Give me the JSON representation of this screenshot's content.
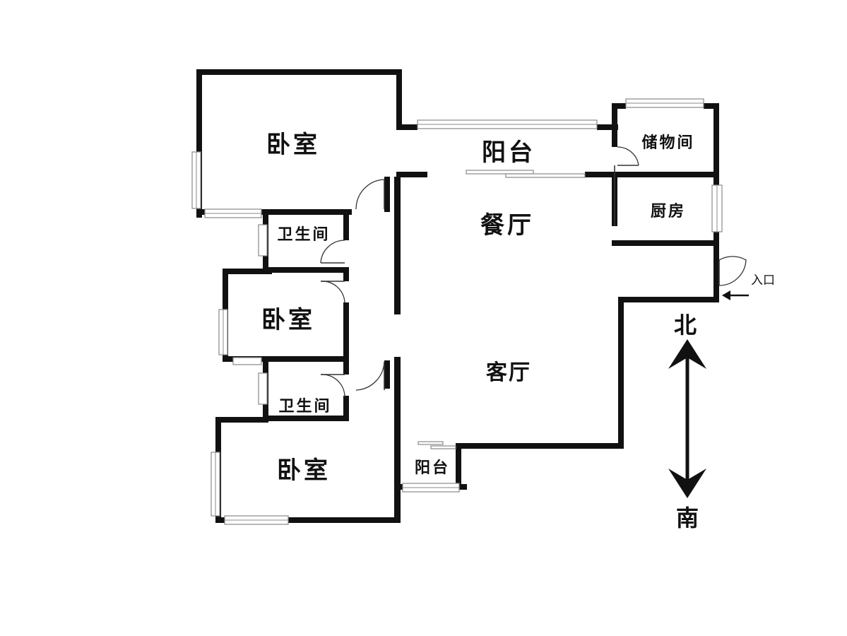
{
  "rooms": {
    "bedroom_top": "卧室",
    "balcony_north": "阳台",
    "storage": "储物间",
    "dining": "餐厅",
    "kitchen": "厨房",
    "bathroom_1": "卫生间",
    "bedroom_middle": "卧室",
    "living": "客厅",
    "bathroom_2": "卫生间",
    "bedroom_bottom": "卧室",
    "balcony_south": "阳台"
  },
  "entrance": "入口",
  "compass": {
    "north": "北",
    "south": "南"
  },
  "colors": {
    "wall": "#111111",
    "window": "#888888",
    "background": "#ffffff"
  }
}
